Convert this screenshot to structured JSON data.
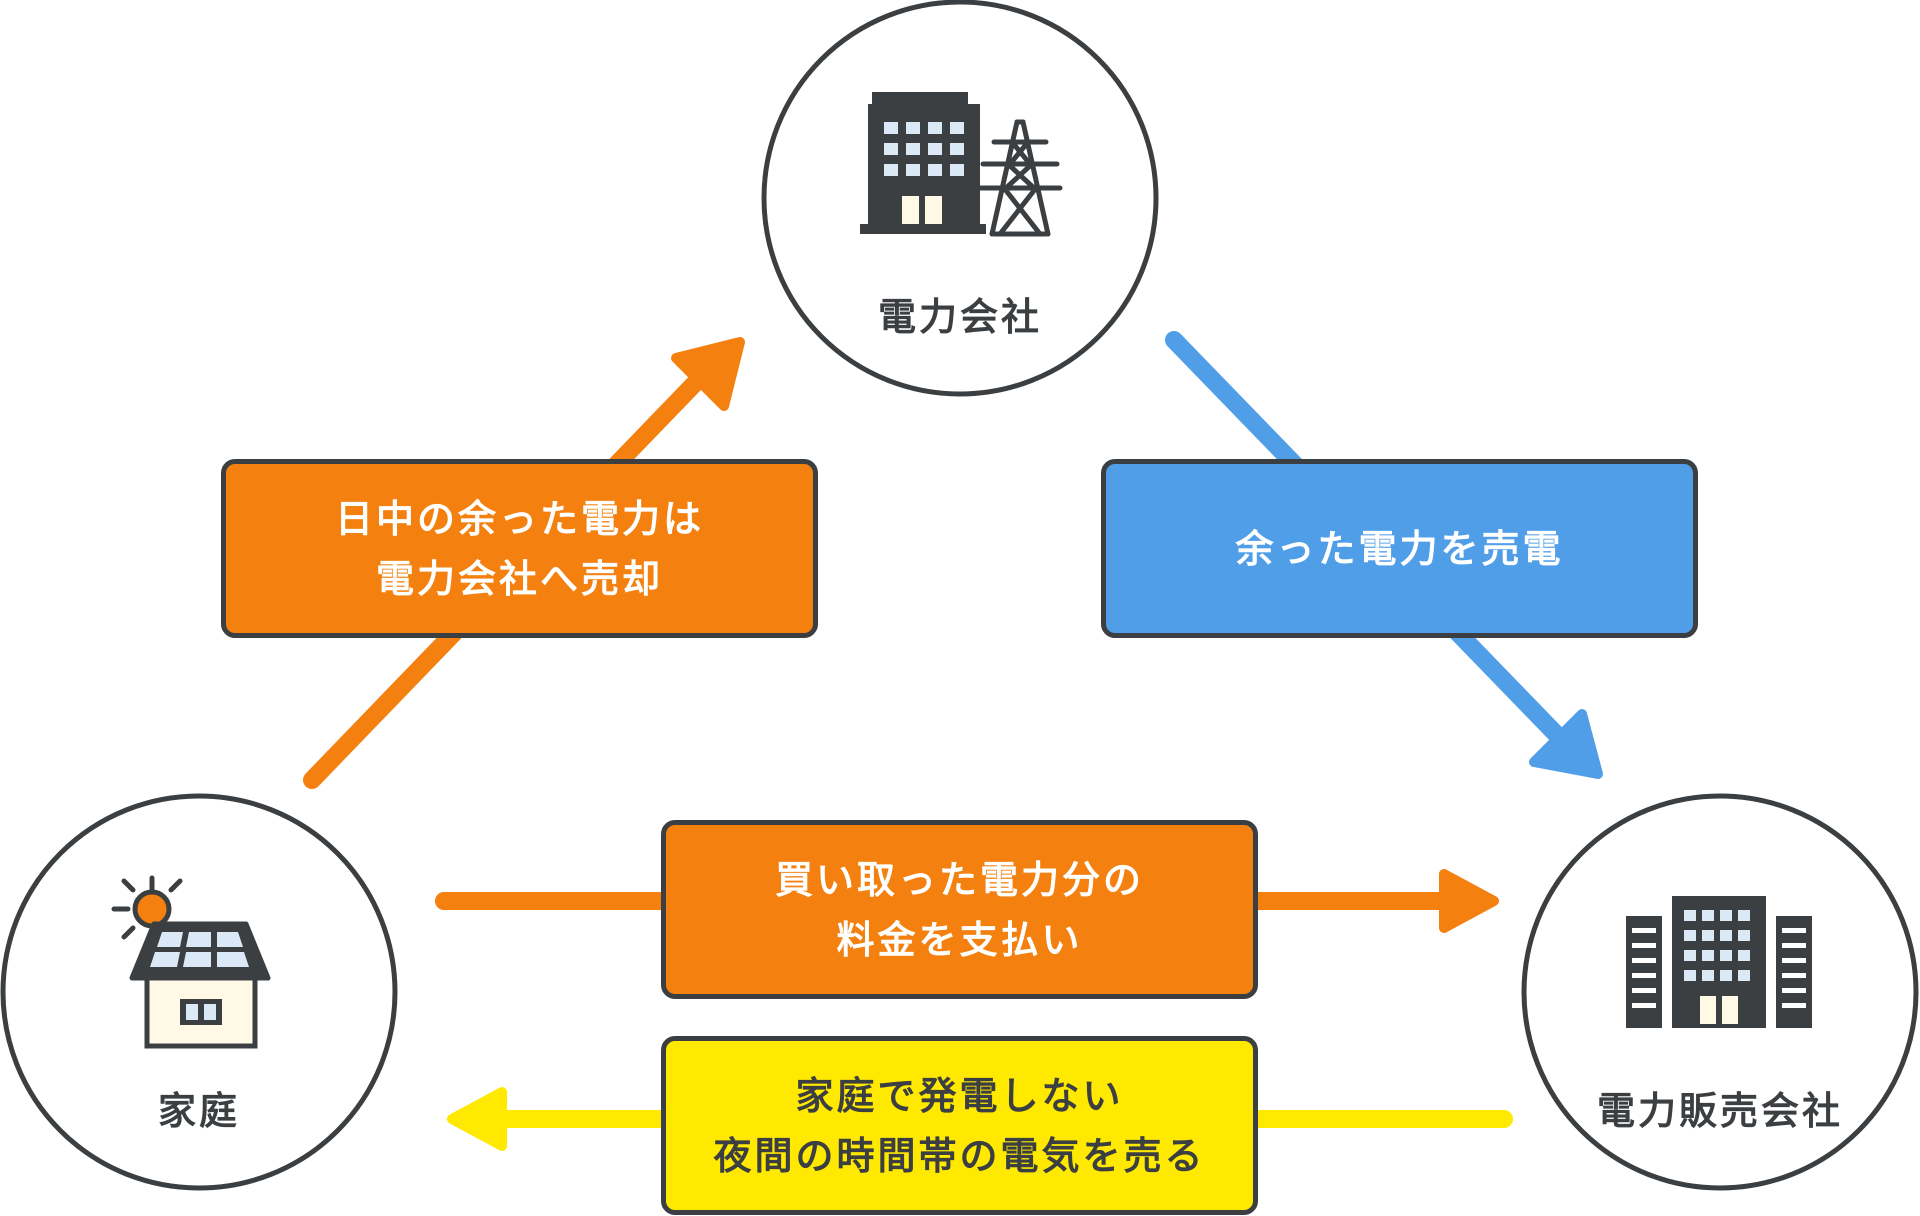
{
  "nodes": {
    "power_company": {
      "label": "電力会社"
    },
    "household": {
      "label": "家庭"
    },
    "retailer": {
      "label": "電力販売会社"
    }
  },
  "flows": {
    "sell_surplus": {
      "line1": "日中の余った電力は",
      "line2": "電力会社へ売却"
    },
    "resell": {
      "line1": "余った電力を売電"
    },
    "payment": {
      "line1": "買い取った電力分の",
      "line2": "料金を支払い"
    },
    "night_sale": {
      "line1": "家庭で発電しない",
      "line2": "夜間の時間帯の電気を売る"
    }
  },
  "colors": {
    "outline": "#3c3f41",
    "orange": "#f3800f",
    "blue": "#519ee8",
    "yellow": "#ffe900",
    "cream": "#fff9e6",
    "window": "#dbe9f6"
  },
  "icons": {
    "power_company": [
      "office-building-icon",
      "power-tower-icon"
    ],
    "household": [
      "house-with-solar-panel-icon",
      "sun-icon"
    ],
    "retailer": [
      "office-complex-icon"
    ]
  }
}
